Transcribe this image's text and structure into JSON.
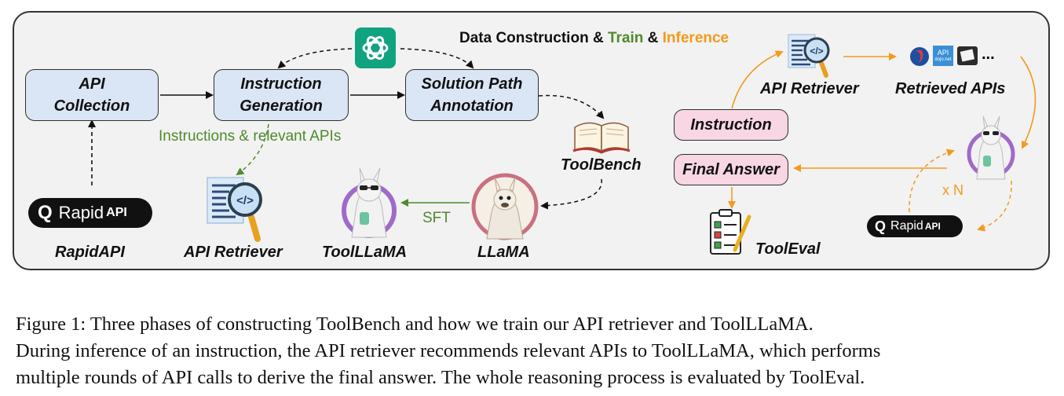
{
  "diagram": {
    "title": {
      "part1": "Data Construction & ",
      "train": "Train",
      "amp": " & ",
      "inference": "Inference"
    },
    "colors": {
      "train": "#4e8a2e",
      "inference": "#f39a1c",
      "box_blue": "#dae6f5",
      "box_pink": "#f8d6e3"
    },
    "boxes": {
      "api_collection": "API\nCollection",
      "instruction_generation": "Instruction\nGeneration",
      "solution_path_annotation": "Solution Path\nAnnotation",
      "instruction": "Instruction",
      "final_answer": "Final Answer"
    },
    "labels": {
      "toolbench": "ToolBench",
      "rapidapi": "RapidAPI",
      "api_retriever_left": "API Retriever",
      "toolllama": "ToolLLaMA",
      "llama": "LLaMA",
      "api_retriever_right": "API Retriever",
      "retrieved_apis": "Retrieved APIs",
      "tooleval": "ToolEval"
    },
    "notes": {
      "instructions_relevant": "Instructions &   relevant APIs",
      "sft": "SFT",
      "xn": "x N"
    },
    "logos": {
      "rapidapi_q": "Q",
      "rapidapi_text": "Rapid",
      "rapidapi_api": "API",
      "ellipsis": "...",
      "apidojo_top": "API",
      "apidojo_bottom": "dojo.net"
    },
    "icons": [
      "chatgpt-logo-icon",
      "book-icon",
      "llama-icon",
      "document-search-icon",
      "checklist-icon",
      "rapidapi-logo-icon"
    ]
  },
  "caption": {
    "line1": "Figure 1:   Three phases of constructing ToolBench and how we train our API retriever and ToolLLaMA.",
    "line2": "During inference of an instruction, the API retriever recommends relevant APIs to ToolLLaMA, which performs",
    "line3": "multiple rounds of API calls to derive the final answer. The whole reasoning process is evaluated by ToolEval."
  }
}
